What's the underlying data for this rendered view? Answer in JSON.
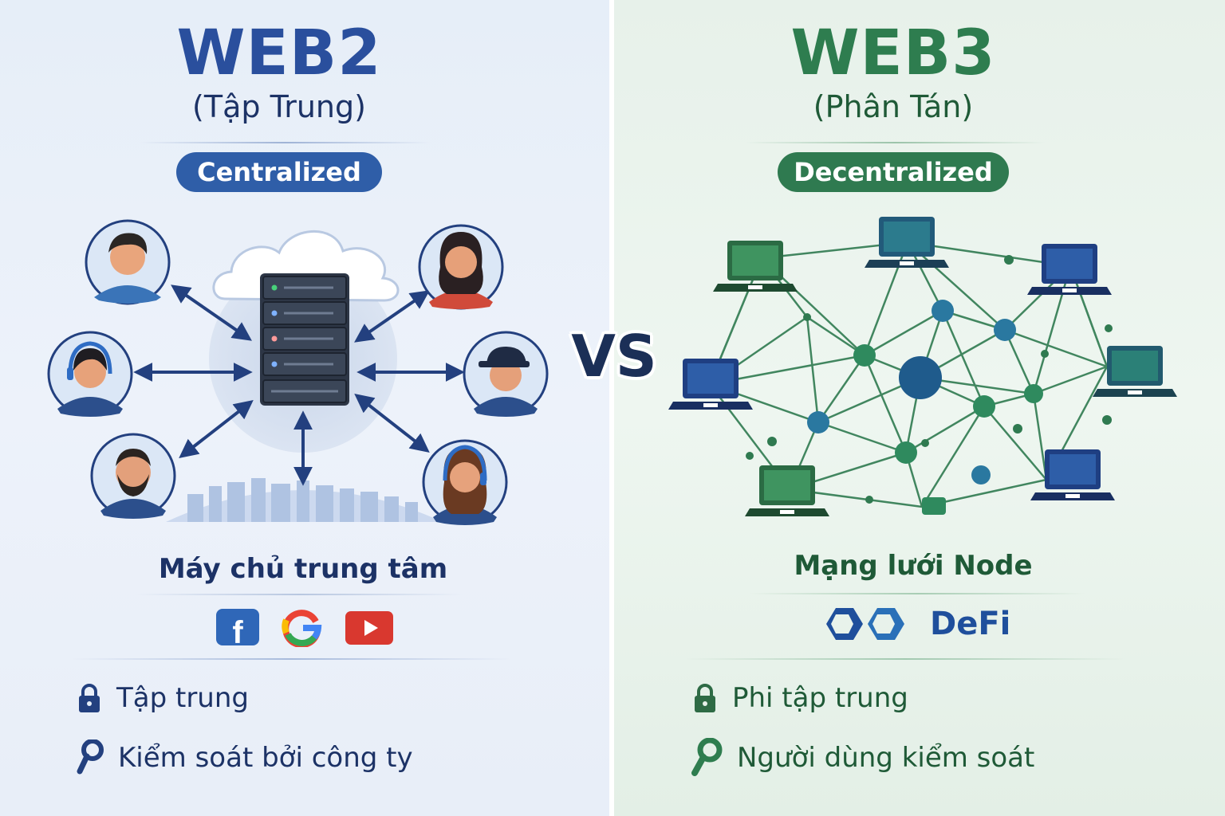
{
  "vs_label": "VS",
  "web2": {
    "title": "WEB2",
    "subtitle": "(Tập Trung)",
    "badge": "Centralized",
    "caption": "Máy chủ trung tâm",
    "apps": [
      "facebook-logo",
      "google-logo",
      "youtube-logo"
    ],
    "features": [
      {
        "icon": "lock-icon",
        "text": "Tập trung"
      },
      {
        "icon": "key-icon",
        "text": "Kiểm soát bởi công ty"
      }
    ],
    "colors": {
      "primary": "#2a4f9d",
      "badge": "#2f5ea8",
      "text": "#1c3266"
    }
  },
  "web3": {
    "title": "WEB3",
    "subtitle": "(Phân Tán)",
    "badge": "Decentralized",
    "caption": "Mạng lưới Node",
    "brand": "DeFi",
    "features": [
      {
        "icon": "lock-icon",
        "text": "Phi tập trung"
      },
      {
        "icon": "key-icon",
        "text": "Người dùng kiểm soát"
      }
    ],
    "colors": {
      "primary": "#2e7d4f",
      "badge": "#2f7a50",
      "text": "#1f5a37",
      "node_blue": "#1f5b8c"
    }
  }
}
